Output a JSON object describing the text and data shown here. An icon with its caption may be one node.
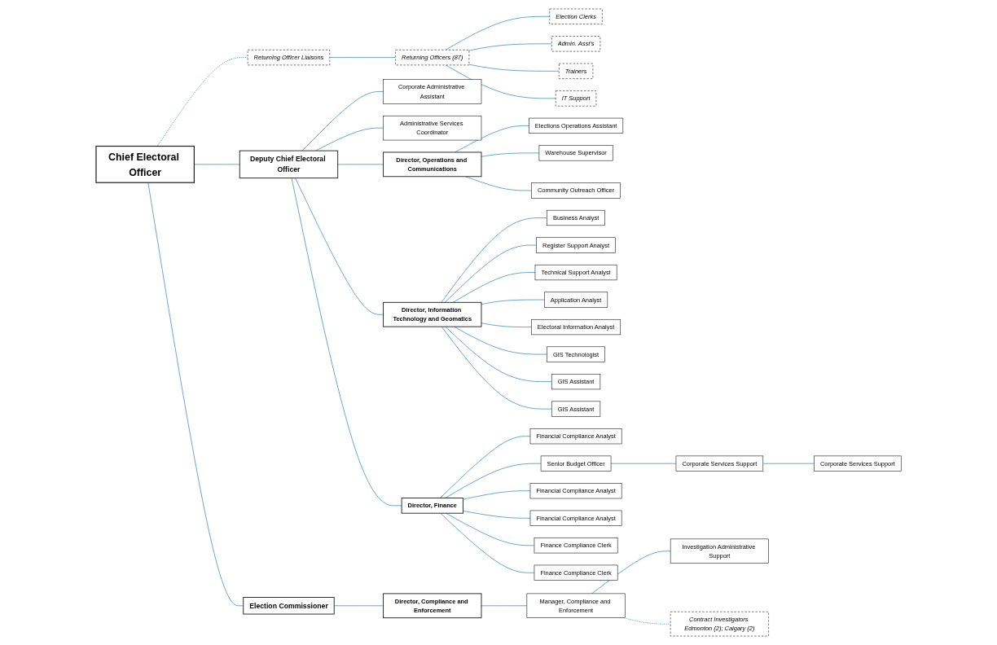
{
  "diagram": {
    "nodes": [
      {
        "text": [
          "Chief Electoral Officer"
        ]
      },
      {
        "text": [
          "Deputy Chief Electoral Officer"
        ]
      },
      {
        "text": [
          "Returning Officer Liaisons"
        ]
      },
      {
        "text": [
          "Returning Officers (87)"
        ]
      },
      {
        "text": [
          "Election Clerks"
        ]
      },
      {
        "text": [
          "Admin. Asst's"
        ]
      },
      {
        "text": [
          "Trainers"
        ]
      },
      {
        "text": [
          "IT Support"
        ]
      },
      {
        "text": [
          "Election Commissioner"
        ]
      },
      {
        "text": [
          "Corporate Administrative Assistant"
        ]
      },
      {
        "text": [
          "Administrative Services Coordinator"
        ]
      },
      {
        "text": [
          "Director, Operations and Communications"
        ]
      },
      {
        "text": [
          "Director, Information Technology and Geomatics"
        ]
      },
      {
        "text": [
          "Director, Finance"
        ]
      },
      {
        "text": [
          "Director, Compliance and Enforcement"
        ]
      },
      {
        "text": [
          "Elections Operations Assistant"
        ]
      },
      {
        "text": [
          "Warehouse Supervisor"
        ]
      },
      {
        "text": [
          "Community Outreach Officer"
        ]
      },
      {
        "text": [
          "Business Analyst"
        ]
      },
      {
        "text": [
          "Register Support Analyst"
        ]
      },
      {
        "text": [
          "Technical Support Analyst"
        ]
      },
      {
        "text": [
          "Application Analyst"
        ]
      },
      {
        "text": [
          "Electoral Information Analyst"
        ]
      },
      {
        "text": [
          "GIS Technologist"
        ]
      },
      {
        "text": [
          "GIS Assistant"
        ]
      },
      {
        "text": [
          "GIS Assistant"
        ]
      },
      {
        "text": [
          "Financial Compliance Analyst"
        ]
      },
      {
        "text": [
          "Senior Budget Officer"
        ]
      },
      {
        "text": [
          "Financial Compliance Analyst"
        ]
      },
      {
        "text": [
          "Corporate Services Support"
        ]
      },
      {
        "text": [
          "Financial Compliance Analyst"
        ]
      },
      {
        "text": [
          "Corporate Services Support"
        ]
      },
      {
        "text": [
          "Finance Compliance Clerk"
        ]
      },
      {
        "text": [
          "Finance Compliance Clerk"
        ]
      },
      {
        "text": [
          "Manager, Compliance and Enforcement"
        ]
      },
      {
        "text": [
          "Investigation Administrative Support"
        ]
      },
      {
        "text": [
          "Contract Investigators Edmonton (2); Calgary (2)"
        ]
      }
    ],
    "edges": [
      {
        "from": 0,
        "to": 1,
        "arrow": "none"
      },
      {
        "from": 0,
        "to": 2,
        "arrow": "none",
        "style": "dashed"
      },
      {
        "from": 2,
        "to": 3,
        "arrow": "none"
      },
      {
        "from": 3,
        "to": 4,
        "arrow": "none"
      },
      {
        "from": 3,
        "to": 5,
        "arrow": "none"
      },
      {
        "from": 3,
        "to": 6,
        "arrow": "none"
      },
      {
        "from": 3,
        "to": 7,
        "arrow": "none"
      },
      {
        "from": 0,
        "to": 8,
        "arrow": "none"
      },
      {
        "from": 1,
        "to": 9,
        "arrow": "none"
      },
      {
        "from": 1,
        "to": 10,
        "arrow": "none"
      },
      {
        "from": 1,
        "to": 11,
        "arrow": "none"
      },
      {
        "from": 1,
        "to": 12,
        "arrow": "none"
      },
      {
        "from": 1,
        "to": 13,
        "arrow": "none"
      },
      {
        "from": 8,
        "to": 14,
        "arrow": "none"
      },
      {
        "from": 11,
        "to": 15,
        "arrow": "none"
      },
      {
        "from": 11,
        "to": 16,
        "arrow": "none"
      },
      {
        "from": 11,
        "to": 17,
        "arrow": "none"
      },
      {
        "from": 12,
        "to": 18,
        "arrow": "none"
      },
      {
        "from": 12,
        "to": 19,
        "arrow": "none"
      },
      {
        "from": 12,
        "to": 20,
        "arrow": "none"
      },
      {
        "from": 12,
        "to": 21,
        "arrow": "none"
      },
      {
        "from": 12,
        "to": 22,
        "arrow": "none"
      },
      {
        "from": 12,
        "to": 23,
        "arrow": "none"
      },
      {
        "from": 12,
        "to": 24,
        "arrow": "none"
      },
      {
        "from": 12,
        "to": 25,
        "arrow": "none"
      },
      {
        "from": 13,
        "to": 26,
        "arrow": "none"
      },
      {
        "from": 13,
        "to": 27,
        "arrow": "none"
      },
      {
        "from": 13,
        "to": 28,
        "arrow": "none"
      },
      {
        "from": 27,
        "to": 29,
        "arrow": "none"
      },
      {
        "from": 13,
        "to": 30,
        "arrow": "none"
      },
      {
        "from": 29,
        "to": 31,
        "arrow": "none"
      },
      {
        "from": 13,
        "to": 32,
        "arrow": "none"
      },
      {
        "from": 13,
        "to": 33,
        "arrow": "none"
      },
      {
        "from": 14,
        "to": 34,
        "arrow": "none"
      },
      {
        "from": 34,
        "to": 35,
        "arrow": "none"
      },
      {
        "from": 34,
        "to": 36,
        "arrow": "none",
        "style": "dashed"
      }
    ]
  }
}
